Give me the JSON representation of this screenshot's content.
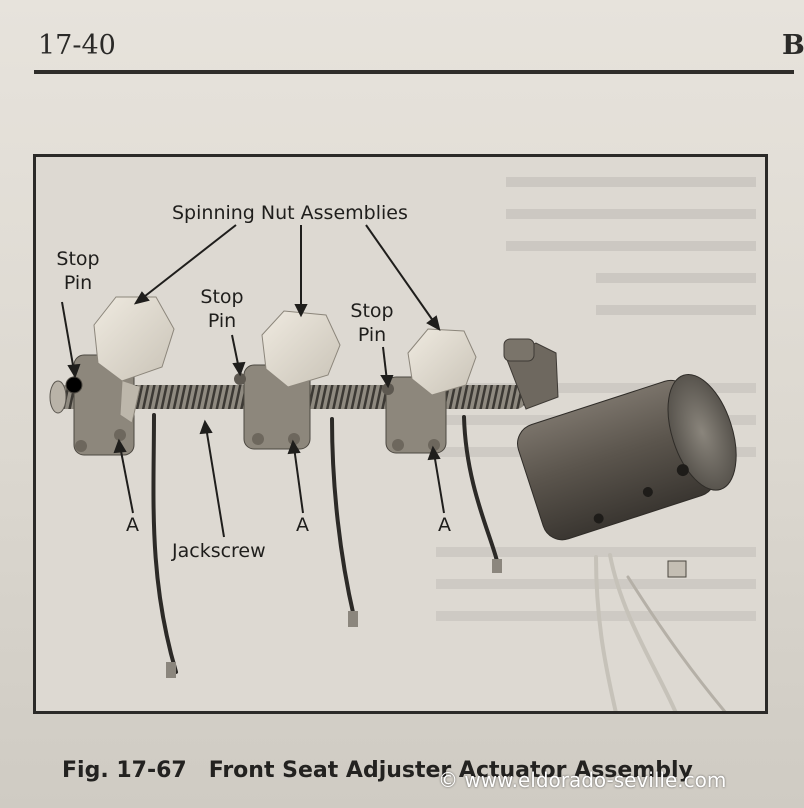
{
  "header": {
    "page_number": "17-40",
    "section_letter": "B"
  },
  "figure": {
    "labels": {
      "spinning_nut_assemblies": "Spinning Nut Assemblies",
      "stop_pin_left_line1": "Stop",
      "stop_pin_left_line2": "Pin",
      "stop_pin_middle_line1": "Stop",
      "stop_pin_middle_line2": "Pin",
      "stop_pin_right_line1": "Stop",
      "stop_pin_right_line2": "Pin",
      "a_left": "A",
      "a_middle": "A",
      "a_right": "A",
      "jackscrew": "Jackscrew"
    },
    "caption_number": "Fig. 17-67",
    "caption_title": "Front Seat Adjuster Actuator Assembly"
  },
  "watermark": "© www.eldorado-seville.com"
}
